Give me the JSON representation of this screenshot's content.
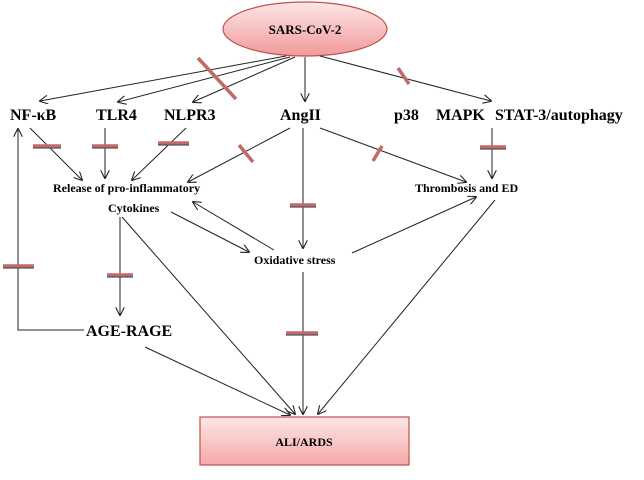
{
  "diagram": {
    "colors": {
      "node_fill_light": "#fde7e7",
      "node_fill_dark": "#f19a9a",
      "node_stroke": "#c0504d",
      "inhibition_mark": "#c26a6a",
      "arrow": "#222222"
    },
    "nodes": {
      "sars_cov_2": "SARS-CoV-2",
      "nf_kb": "NF-κB",
      "tlr4": "TLR4",
      "nlpr3": "NLPR3",
      "ang_ii": "AngII",
      "p38": "p38",
      "mapk": "MAPK",
      "stat3_autophagy": "STAT-3/autophagy",
      "release_line1": "Release of pro-inflammatory",
      "release_line2": "Cytokines",
      "thrombosis_ed": "Thrombosis and ED",
      "oxidative_stress": "Oxidative stress",
      "age_rage": "AGE-RAGE",
      "ali_ards": "ALI/ARDS"
    }
  }
}
